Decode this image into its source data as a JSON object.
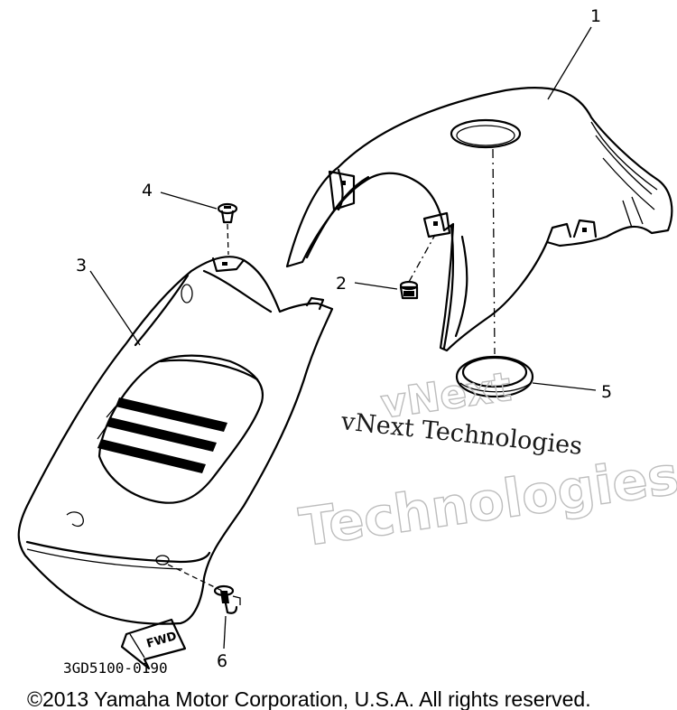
{
  "diagram": {
    "callouts": [
      {
        "id": "1",
        "label": "1"
      },
      {
        "id": "2",
        "label": "2"
      },
      {
        "id": "3",
        "label": "3"
      },
      {
        "id": "4",
        "label": "4"
      },
      {
        "id": "5",
        "label": "5"
      },
      {
        "id": "6",
        "label": "6"
      }
    ],
    "arrow_label": "FWD",
    "part_number": "3GD5100-0190"
  },
  "watermark": {
    "serif_text": "vNext Technologies",
    "outline_line1": "vNext",
    "outline_line2": "Technologies"
  },
  "copyright": "©2013 Yamaha Motor Corporation, U.S.A. All rights reserved."
}
